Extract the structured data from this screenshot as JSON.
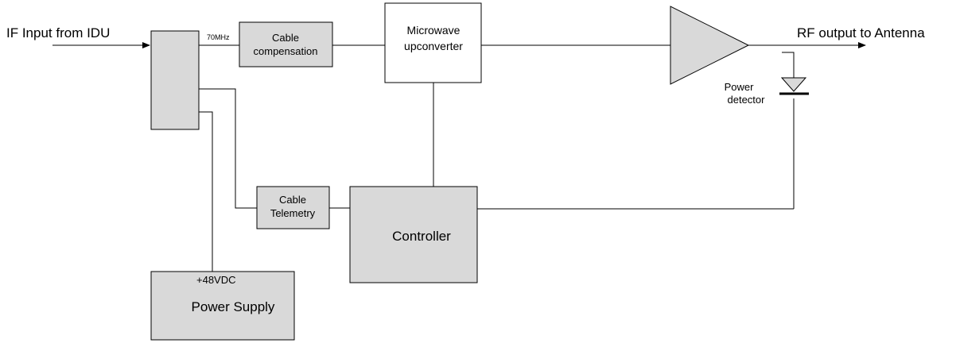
{
  "labels": {
    "if_input": "IF Input from IDU",
    "rf_output": "RF output to Antenna",
    "freq_70mhz": "70MHz",
    "plus48vdc": "+48VDC"
  },
  "blocks": {
    "cable_compensation": [
      "Cable",
      "compensation"
    ],
    "microwave_upconverter": [
      "Microwave",
      "upconverter"
    ],
    "cable_telemetry": [
      "Cable",
      "Telemetry"
    ],
    "controller": "Controller",
    "power_supply": "Power Supply",
    "power_detector": [
      "Power",
      "detector"
    ]
  },
  "colors": {
    "block_fill": "#d9d9d9",
    "white_fill": "#ffffff",
    "line": "#000000"
  }
}
